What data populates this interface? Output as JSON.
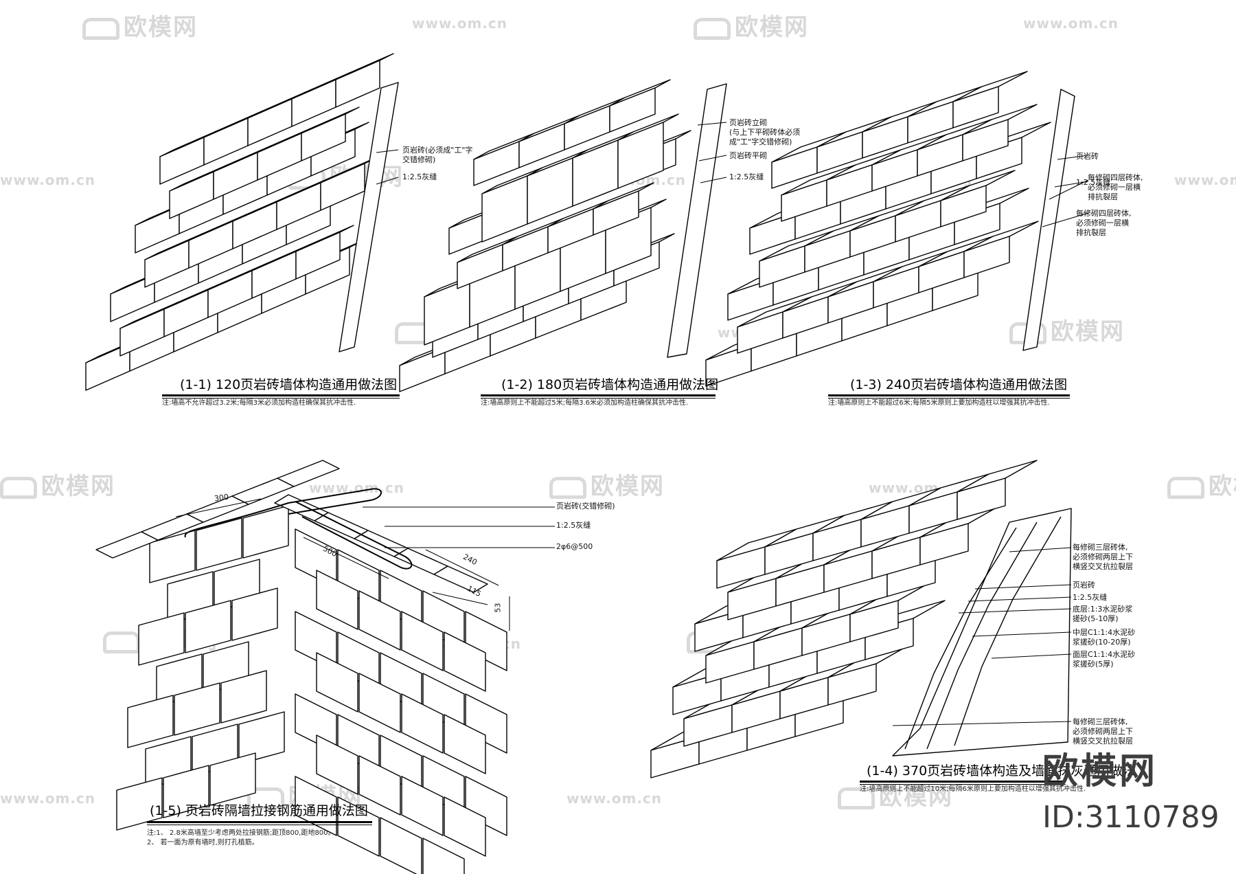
{
  "watermark": {
    "brand": "欧模网",
    "url": "www.om.cn",
    "id_text": "ID:3110789"
  },
  "panels": {
    "p11": {
      "title": "(1-1) 120页岩砖墙体构造通用做法图",
      "note": "注:墙高不允许超过3.2米;每隔3米必须加构造柱确保其抗冲击性.",
      "labels": [
        "页岩砖(必须成\"工\"字\n交错修砌)",
        "1:2.5灰缝"
      ]
    },
    "p12": {
      "title": "(1-2) 180页岩砖墙体构造通用做法图",
      "note": "注:墙高原则上不能超过5米;每隔3.6米必须加构造柱确保其抗冲击性.",
      "labels": [
        "页岩砖立砌\n(与上下平砌砖体必须\n成\"工\"字交错修砌)",
        "页岩砖平砌",
        "1:2.5灰缝"
      ]
    },
    "p13": {
      "title": "(1-3) 240页岩砖墙体构造通用做法图",
      "note": "注:墙高原则上不能超过6米;每隔5米原则上要加构造柱以增强其抗冲击性.",
      "labels": [
        "页岩砖",
        "1:2.5灰缝",
        "每修砌四层砖体,\n必须修砌一层横\n排抗裂层",
        "每修砌四层砖体,\n必须修砌一层横\n排抗裂层"
      ]
    },
    "p15": {
      "title": "(1-5) 页岩砖隔墙拉接钢筋通用做法图",
      "note": "注:1、 2.8米高墙至少考虑两处拉接钢筋;距顶800,距地800。\n    2、 若一面为原有墙时,则打孔植筋。",
      "labels": [
        "页岩砖(交错修砌)",
        "1:2.5灰缝",
        "2φ6@500"
      ],
      "dims": [
        "300",
        "500",
        "240",
        "115",
        "53"
      ]
    },
    "p14": {
      "title": "(1-4) 370页岩砖墙体构造及墙面抹灰通用做法",
      "note": "注:墙高原则上不能超过10米;每隔6米原则上要加构造柱以增强其抗冲击性.",
      "labels": [
        "每修砌三层砖体,\n必须修砌两层上下\n横竖交叉抗拉裂层",
        "页岩砖",
        "1:2.5灰缝",
        "底层:1:3水泥砂浆\n搓砂(5-10厚)",
        "中层C1:1:4水泥砂\n浆搓砂(10-20厚)",
        "面层C1:1:4水泥砂\n浆搓砂(5厚)",
        "每修砌三层砖体,\n必须修砌两层上下\n横竖交叉抗拉裂层"
      ]
    }
  }
}
